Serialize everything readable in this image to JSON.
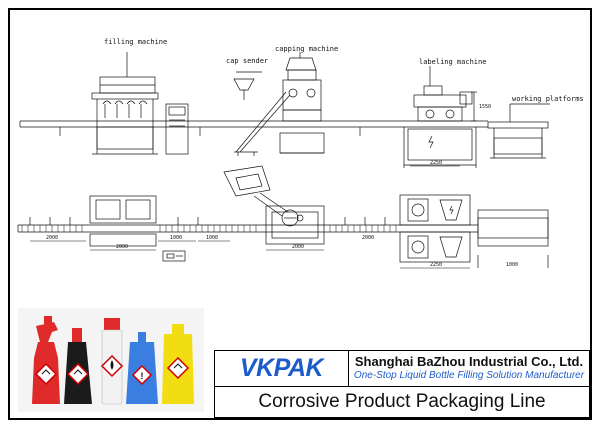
{
  "diagram": {
    "labels": {
      "filling_machine": "filling machine",
      "capping_machine": "capping machine",
      "cap_sender": "cap sender",
      "labeling_machine": "labeling machine",
      "working_platforms": "working platforms"
    },
    "dimensions": {
      "labeler_width": "2250",
      "labeler_height": "1550",
      "plan_left": "2000",
      "plan_filler": "2000",
      "plan_gap1": "1000",
      "plan_gap2": "1000",
      "plan_capper": "2000",
      "plan_capper_side": "2000",
      "plan_labeler": "2250",
      "plan_platform": "1000"
    }
  },
  "title_block": {
    "logo": "VKPAK",
    "company_name": "Shanghai BaZhou Industrial Co., Ltd.",
    "tagline": "One-Stop Liquid Bottle Filling Solution Manufacturer",
    "product_title": "Corrosive Product Packaging Line"
  },
  "colors": {
    "brand_blue": "#1c5cc8",
    "bottle_red": "#e02a2a",
    "bottle_black": "#1b1b1b",
    "bottle_white": "#f1f1f1",
    "bottle_blue": "#3a7fe0",
    "bottle_yellow": "#f2dc12",
    "hazard_red": "#cc0000"
  },
  "icons": [
    "corrosive-hazard-icon",
    "flammable-hazard-icon",
    "exclamation-hazard-icon"
  ]
}
